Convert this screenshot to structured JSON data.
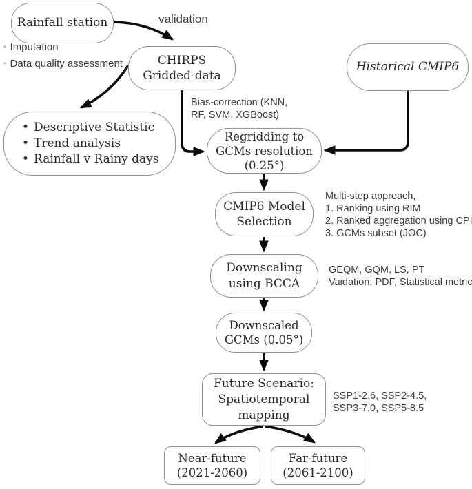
{
  "meta": {
    "title": "Rainfall downscaling methodology flowchart",
    "bg_color": "#ffffff",
    "node_border_color": "#919191",
    "node_text_color": "#2b2b2b",
    "annotation_text_color": "#3c3c3c",
    "arrow_color": "#0c0c0c",
    "bullet_char": "•",
    "minidot_char": "◦"
  },
  "nodes": {
    "rainfall_station": {
      "lines": [
        "Rainfall station"
      ]
    },
    "chirps": {
      "lines": [
        "CHIRPS",
        "Gridded-data"
      ]
    },
    "historical_cmip6": {
      "lines": [
        "Historical CMIP6"
      ]
    },
    "descriptive": {
      "items": [
        "Descriptive Statistic",
        "Trend analysis",
        "Rainfall v Rainy days"
      ]
    },
    "regridding": {
      "lines": [
        "Regridding to",
        "GCMs resolution",
        "(0.25°)"
      ]
    },
    "model_selection": {
      "lines": [
        "CMIP6 Model",
        "Selection"
      ]
    },
    "downscaling": {
      "lines": [
        "Downscaling",
        "using BCCA"
      ]
    },
    "downscaled": {
      "lines": [
        "Downscaled",
        "GCMs (0.05°)"
      ]
    },
    "future_scenario": {
      "lines": [
        "Future Scenario:",
        "Spatiotemporal",
        "mapping"
      ]
    },
    "near_future": {
      "lines": [
        "Near-future",
        "(2021-2060)"
      ]
    },
    "far_future": {
      "lines": [
        "Far-future",
        "(2061-2100)"
      ]
    }
  },
  "annotations": {
    "validation": "validation",
    "station_notes": [
      "Imputation",
      "Data quality assessment"
    ],
    "bias_correction": [
      "Bias-correction (KNN,",
      "RF, SVM, XGBoost)"
    ],
    "multistep": [
      "Multi-step approach,",
      "1. Ranking using RIM",
      "2. Ranked aggregation using CPI",
      "3. GCMs subset (JOC)"
    ],
    "downscaling_notes": [
      "GEQM, GQM, LS, PT",
      "Vaidation: PDF, Statistical metric"
    ],
    "ssp": [
      "SSP1-2.6, SSP2-4.5,",
      "SSP3-7.0, SSP5-8.5"
    ]
  }
}
